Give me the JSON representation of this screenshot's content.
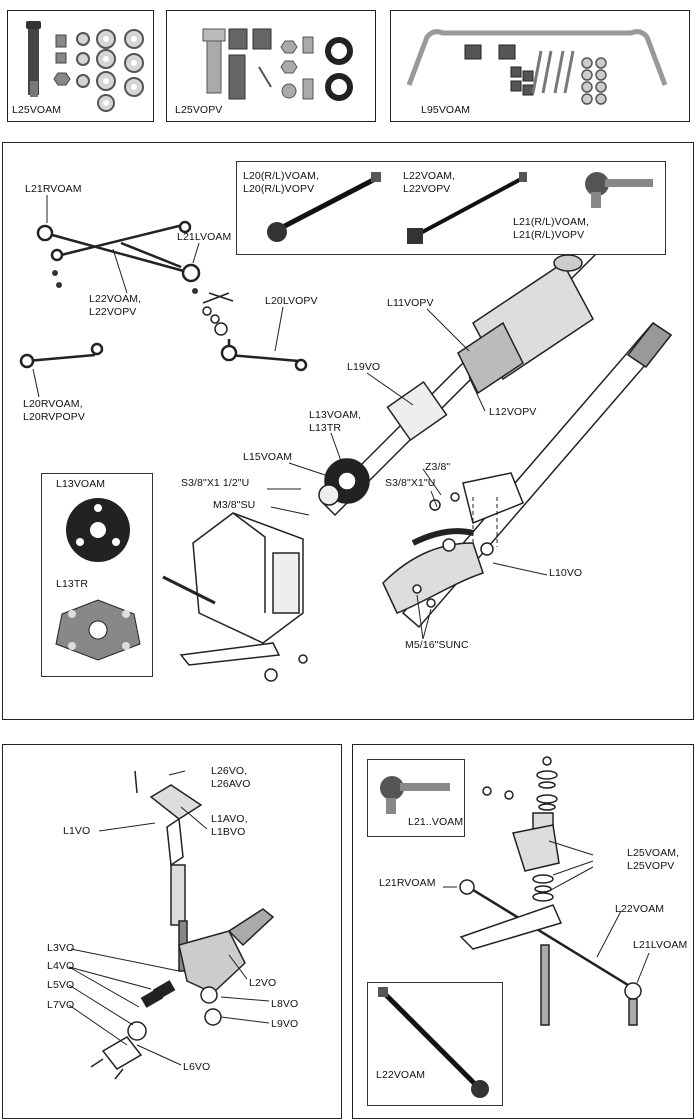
{
  "panels": {
    "kit_a": {
      "code": "L25VOAM"
    },
    "kit_b": {
      "code": "L25VOPV"
    },
    "kit_c": {
      "code": "L95VOAM"
    }
  },
  "main_diagram": {
    "labels": {
      "l21rvoam": "L21RVOAM",
      "l21lvoam": "L21LVOAM",
      "l22": "L22VOAM,\nL22VOPV",
      "l20lvopv": "L20LVOPV",
      "l20rvoam": "L20RVOAM,\nL20RVPOPV",
      "l11vopv": "L11VOPV",
      "l19vo": "L19VO",
      "l12vopv": "L12VOPV",
      "l13": "L13VOAM,\nL13TR",
      "l15voam": "L15VOAM",
      "s38x112u": "S3/8\"X1 1/2\"U",
      "m38su": "M3/8\"SU",
      "z38": "Z3/8\"",
      "s38x1u": "S3/8\"X1\"U",
      "l10vo": "L10VO",
      "m516sunc": "M5/16\"SUNC"
    },
    "top_inset": {
      "a": "L20(R/L)VOAM,\nL20(R/L)VOPV",
      "b": "L22VOAM,\nL22VOPV",
      "c": "L21(R/L)VOAM,\nL21(R/L)VOPV"
    },
    "left_inset": {
      "a": "L13VOAM",
      "b": "L13TR"
    }
  },
  "gearbox_diagram": {
    "labels": {
      "l26": "L26VO,\nL26AVO",
      "l1vo": "L1VO",
      "l1a": "L1AVO,\nL1BVO",
      "l3vo": "L3VO",
      "l4vo": "L4VO",
      "l5vo": "L5VO",
      "l7vo": "L7VO",
      "l2vo": "L2VO",
      "l8vo": "L8VO",
      "l9vo": "L9VO",
      "l6vo": "L6VO"
    }
  },
  "linkage_diagram": {
    "labels": {
      "inset_top": "L21..VOAM",
      "l25": "L25VOAM,\nL25VOPV",
      "l21rvoam": "L21RVOAM",
      "l22voam": "L22VOAM",
      "l21lvoam": "L21LVOAM",
      "inset_bottom": "L22VOAM"
    }
  }
}
